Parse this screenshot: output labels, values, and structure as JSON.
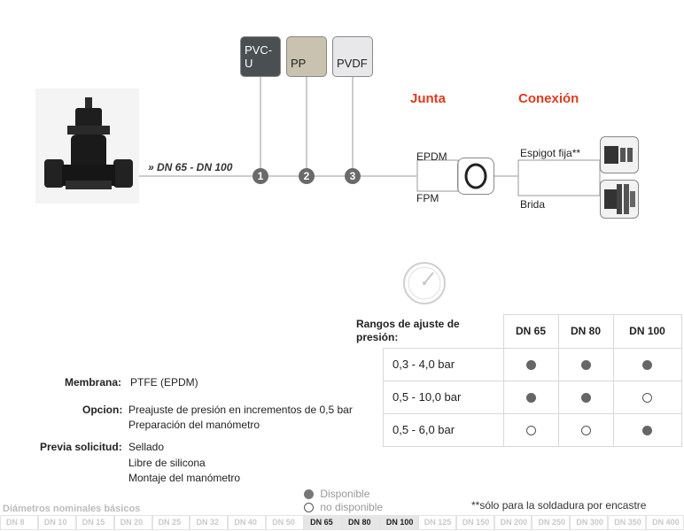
{
  "product": {
    "range": "» DN 65 - DN 100"
  },
  "materials": [
    {
      "name": "PVC-U",
      "color": "#4a4f52",
      "text": "#ffffff"
    },
    {
      "name": "PP",
      "color": "#c8c2ae",
      "text": "#222222"
    },
    {
      "name": "PVDF",
      "color": "#e8e8ea",
      "text": "#222222"
    }
  ],
  "steps": [
    "1",
    "2",
    "3"
  ],
  "junta": {
    "title": "Junta",
    "top": "EPDM",
    "bottom": "FPM"
  },
  "conexion": {
    "title": "Conexión",
    "top": "Espigot fija**",
    "bottom": "Brida"
  },
  "pressure": {
    "header": "Rangos de ajuste de presión:",
    "columns": [
      "DN 65",
      "DN 80",
      "DN 100"
    ],
    "rows": [
      {
        "label": "0,3  -  4,0 bar",
        "avail": [
          true,
          true,
          true
        ]
      },
      {
        "label": "0,5 - 10,0 bar",
        "avail": [
          true,
          true,
          false
        ]
      },
      {
        "label": "0,5  -  6,0 bar",
        "avail": [
          false,
          false,
          true
        ]
      }
    ]
  },
  "specs": {
    "membrana_label": "Membrana:",
    "membrana_value": "PTFE (EPDM)",
    "opcion_label": "Opcion:",
    "opcion_values": [
      "Preajuste de presión en incrementos de 0,5 bar",
      "Preparación del manómetro"
    ],
    "previa_label": "Previa solicitud:",
    "previa_values": [
      "Sellado",
      "Libre de silicona",
      "Montaje del manómetro"
    ]
  },
  "legend": {
    "available": "Disponible",
    "unavailable": "no disponible"
  },
  "footnote": "**sólo para la soldadura por encastre",
  "dn_title": "Diámetros nominales básicos",
  "dn_sizes": [
    "DN 8",
    "DN 10",
    "DN 15",
    "DN 20",
    "DN 25",
    "DN 32",
    "DN 40",
    "DN 50",
    "DN 65",
    "DN 80",
    "DN 100",
    "DN 125",
    "DN 150",
    "DN 200",
    "DN 250",
    "DN 300",
    "DN 350",
    "DN 400"
  ],
  "dn_active": [
    "DN 65",
    "DN 80",
    "DN 100"
  ]
}
